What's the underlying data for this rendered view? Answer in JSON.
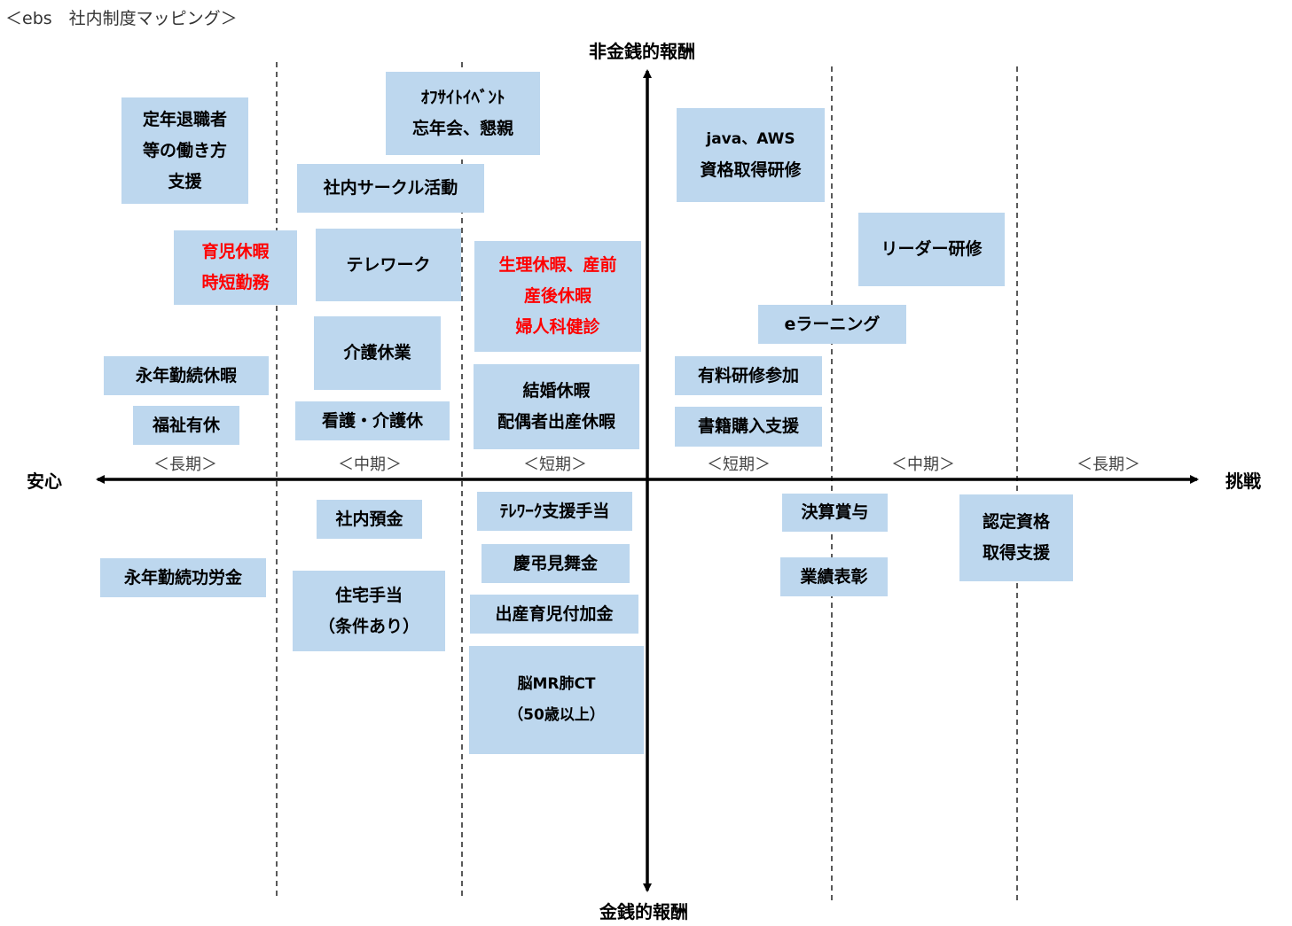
{
  "title": "＜ebs　社内制度マッピング＞",
  "axes": {
    "top": "非金銭的報酬",
    "bottom": "金銭的報酬",
    "left": "安心",
    "right": "挑戦"
  },
  "periods": [
    "＜長期＞",
    "＜中期＞",
    "＜短期＞",
    "＜短期＞",
    "＜中期＞",
    "＜長期＞"
  ],
  "items": {
    "teinen": [
      "定年退職者",
      "等の働き方",
      "支援"
    ],
    "ikuji": [
      "育児休暇",
      "時短勤務"
    ],
    "eizoku_kyuka": [
      "永年勤続休暇"
    ],
    "fukushi": [
      "福祉有休"
    ],
    "offsite": [
      "ｵﾌｻｲﾄｲﾍﾞﾝﾄ",
      "忘年会、懇親"
    ],
    "circle": [
      "社内サークル活動"
    ],
    "telework": [
      "テレワーク"
    ],
    "kaigo_kyugyo": [
      "介護休業"
    ],
    "kango": [
      "看護・介護休"
    ],
    "seiri": [
      "生理休暇、産前",
      "産後休暇",
      "婦人科健診"
    ],
    "kekkon": [
      "結婚休暇",
      "配偶者出産休暇"
    ],
    "java": [
      "java、AWS",
      "資格取得研修"
    ],
    "leader": [
      "リーダー研修"
    ],
    "elearning": [
      "eラーニング"
    ],
    "yuryo": [
      "有料研修参加"
    ],
    "shoseki": [
      "書籍購入支援"
    ],
    "eizoku_korokin": [
      "永年勤続功労金"
    ],
    "yokin": [
      "社内預金"
    ],
    "jutaku": [
      "住宅手当",
      "（条件あり）"
    ],
    "telework_teate": [
      "ﾃﾚﾜｰｸ支援手当"
    ],
    "keicho": [
      "慶弔見舞金"
    ],
    "shussan": [
      "出産育児付加金"
    ],
    "nou": [
      "脳MR肺CT",
      "（50歳以上）"
    ],
    "kessan": [
      "決算賞与"
    ],
    "gyoseki": [
      "業績表彰"
    ],
    "nintei": [
      "認定資格",
      "取得支援"
    ]
  }
}
